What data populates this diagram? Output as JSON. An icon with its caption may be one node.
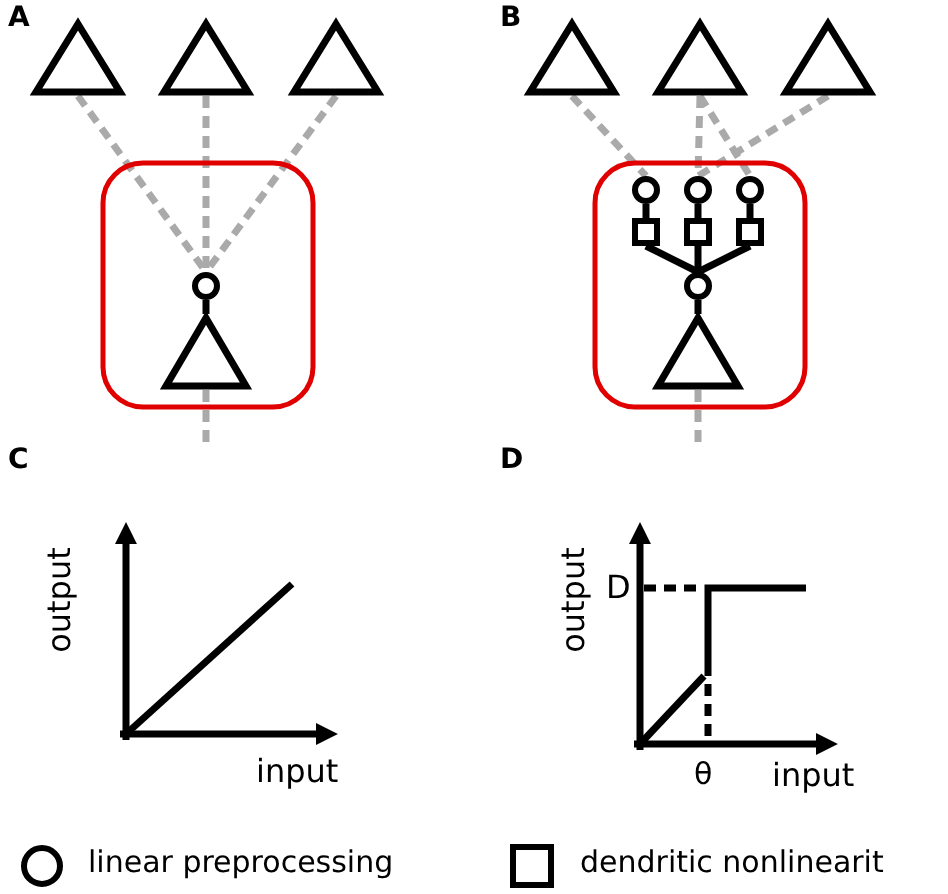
{
  "diagram": {
    "nodes": [
      {
        "text": [],
        "shape": "triangle"
      },
      {
        "text": [],
        "shape": "triangle"
      },
      {
        "text": [],
        "shape": "triangle"
      },
      {
        "text": [],
        "shape": "box"
      },
      {
        "text": [],
        "shape": "circle",
        "in": 3
      },
      {
        "text": [],
        "shape": "triangle",
        "in": 3
      },
      {
        "text": [],
        "shape": "triangle"
      },
      {
        "text": [],
        "shape": "triangle"
      },
      {
        "text": [],
        "shape": "triangle"
      },
      {
        "text": [],
        "shape": "box"
      },
      {
        "text": [],
        "shape": "circle",
        "in": 9
      },
      {
        "text": [],
        "shape": "circle",
        "in": 9
      },
      {
        "text": [],
        "shape": "circle",
        "in": 9
      },
      {
        "text": [],
        "shape": "square",
        "in": 9
      },
      {
        "text": [],
        "shape": "square",
        "in": 9
      },
      {
        "text": [],
        "shape": "square",
        "in": 9
      },
      {
        "text": [],
        "shape": "circle",
        "in": 9
      },
      {
        "text": [],
        "shape": "triangle",
        "in": 9
      }
    ],
    "edges": [
      {
        "from": 0,
        "to": 4,
        "arrow": "none",
        "style": "dashed"
      },
      {
        "from": 1,
        "to": 4,
        "arrow": "none",
        "style": "dashed"
      },
      {
        "from": 2,
        "to": 4,
        "arrow": "none",
        "style": "dashed"
      },
      {
        "from": 4,
        "to": 5,
        "arrow": "none",
        "color": "#000000"
      },
      {
        "from": 5,
        "to": null,
        "arrow": "none",
        "style": "dashed"
      },
      {
        "from": 6,
        "to": 10,
        "arrow": "none",
        "style": "dashed"
      },
      {
        "from": 7,
        "to": 11,
        "arrow": "none",
        "style": "dashed"
      },
      {
        "from": 7,
        "to": 12,
        "arrow": "none",
        "style": "dashed"
      },
      {
        "from": 8,
        "to": 11,
        "arrow": "none",
        "style": "dashed"
      },
      {
        "from": 10,
        "to": 13,
        "arrow": "none",
        "color": "#000000"
      },
      {
        "from": 11,
        "to": 14,
        "arrow": "none",
        "color": "#000000"
      },
      {
        "from": 12,
        "to": 15,
        "arrow": "none",
        "color": "#000000"
      },
      {
        "from": 13,
        "to": 16,
        "arrow": "none",
        "color": "#000000"
      },
      {
        "from": 14,
        "to": 16,
        "arrow": "none",
        "color": "#000000"
      },
      {
        "from": 15,
        "to": 16,
        "arrow": "none",
        "color": "#000000"
      },
      {
        "from": 16,
        "to": 17,
        "arrow": "none",
        "color": "#000000"
      },
      {
        "from": 17,
        "to": null,
        "arrow": "none",
        "style": "dashed"
      }
    ],
    "labels": [
      "A",
      "B",
      "C",
      "output",
      "input",
      "D",
      "output",
      "D",
      "θ",
      "input"
    ],
    "legend": [
      {
        "text": "linear preprocessing"
      },
      {
        "text": "dendritic nonlinearit"
      }
    ]
  }
}
